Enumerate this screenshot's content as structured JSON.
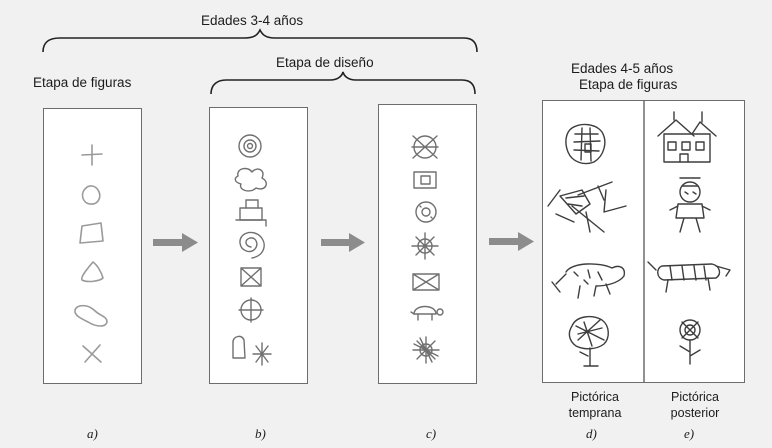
{
  "headings": {
    "ages_3_4": "Edades 3-4 años",
    "shape_stage": "Etapa de figuras",
    "design_stage": "Etapa de diseño",
    "ages_4_5": "Edades 4-5 años",
    "shape_stage_2": "Etapa de figuras"
  },
  "captions": {
    "a": "a)",
    "b": "b)",
    "c": "c)",
    "d": "d)",
    "e": "e)"
  },
  "footnotes": {
    "early_line1": "Pictórica",
    "early_line2": "temprana",
    "later_line1": "Pictórica",
    "later_line2": "posterior"
  },
  "icons": {
    "panel_a": [
      "cross-icon",
      "circle-icon",
      "rectangle-icon",
      "triangle-icon",
      "oval-icon",
      "x-mark-icon"
    ],
    "panel_b": [
      "concentric-circles-icon",
      "blob-icon",
      "combined-rectangles-icon",
      "spiral-icon",
      "crossed-square-icon",
      "circle-cross-icon",
      "mixed-shapes-icon"
    ],
    "panel_c": [
      "crossed-circle-icon",
      "square-in-square-icon",
      "circle-dots-icon",
      "sun-radial-icon",
      "crossed-rectangle-icon",
      "turtle-icon",
      "starburst-icon"
    ],
    "panel_d": [
      "early-house-drawing",
      "early-person-drawing",
      "early-animal-drawing",
      "early-tree-drawing"
    ],
    "panel_e": [
      "later-house-drawing",
      "later-person-drawing",
      "later-animal-drawing",
      "later-flower-drawing"
    ]
  },
  "colors": {
    "background": "#f1f1f2",
    "arrow": "#8c8c8c",
    "panel_border": "#6d6d6d"
  }
}
